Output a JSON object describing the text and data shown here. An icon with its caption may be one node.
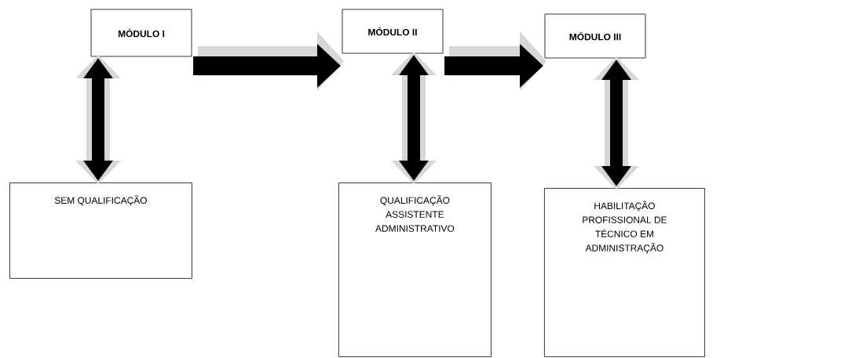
{
  "diagram": {
    "nodes": [
      {
        "text": [
          "MÓDULO I"
        ]
      },
      {
        "text": [
          "MÓDULO II"
        ]
      },
      {
        "text": [
          "MÓDULO III"
        ]
      },
      {
        "text": [
          "SEM QUALIFICAÇÃO"
        ]
      },
      {
        "text": [
          "QUALIFICAÇÃO ASSISTENTE ADMINISTRATIVO"
        ]
      },
      {
        "text": [
          "HABILITAÇÃO PROFISSIONAL DE TÉCNICO EM ADMINISTRAÇÃO"
        ]
      }
    ],
    "edges": [
      {
        "from": 0,
        "to": 1,
        "arrow": "to"
      },
      {
        "from": 1,
        "to": 2,
        "arrow": "to"
      },
      {
        "from": 0,
        "to": 3,
        "arrow": "both"
      },
      {
        "from": 1,
        "to": 4,
        "arrow": "both"
      },
      {
        "from": 2,
        "to": 5,
        "arrow": "both"
      }
    ]
  }
}
